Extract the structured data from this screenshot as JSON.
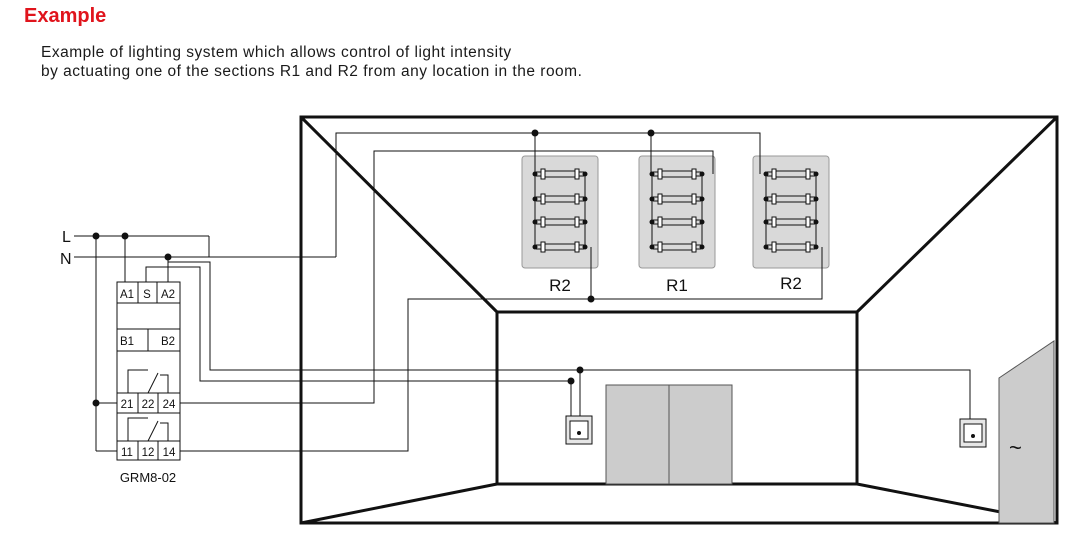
{
  "heading": "Example",
  "description": [
    "Example of lighting system which allows control of light intensity",
    "by actuating one of the sections R1 and R2 from any location in the room."
  ],
  "lines": {
    "live": "L",
    "neutral": "N"
  },
  "relay": {
    "model": "GRM8-02",
    "top_terminals": [
      "A1",
      "S",
      "A2"
    ],
    "mid_terminals": [
      "B1",
      "B2"
    ],
    "contact1_terminals": [
      "21",
      "22",
      "24"
    ],
    "contact2_terminals": [
      "11",
      "12",
      "14"
    ]
  },
  "sections": [
    "R2",
    "R1",
    "R2"
  ],
  "door_symbol": "~",
  "colors": {
    "heading": "#e0141c",
    "line": "#111111",
    "panel": "#d9d9d9",
    "door": "#cccccc"
  }
}
